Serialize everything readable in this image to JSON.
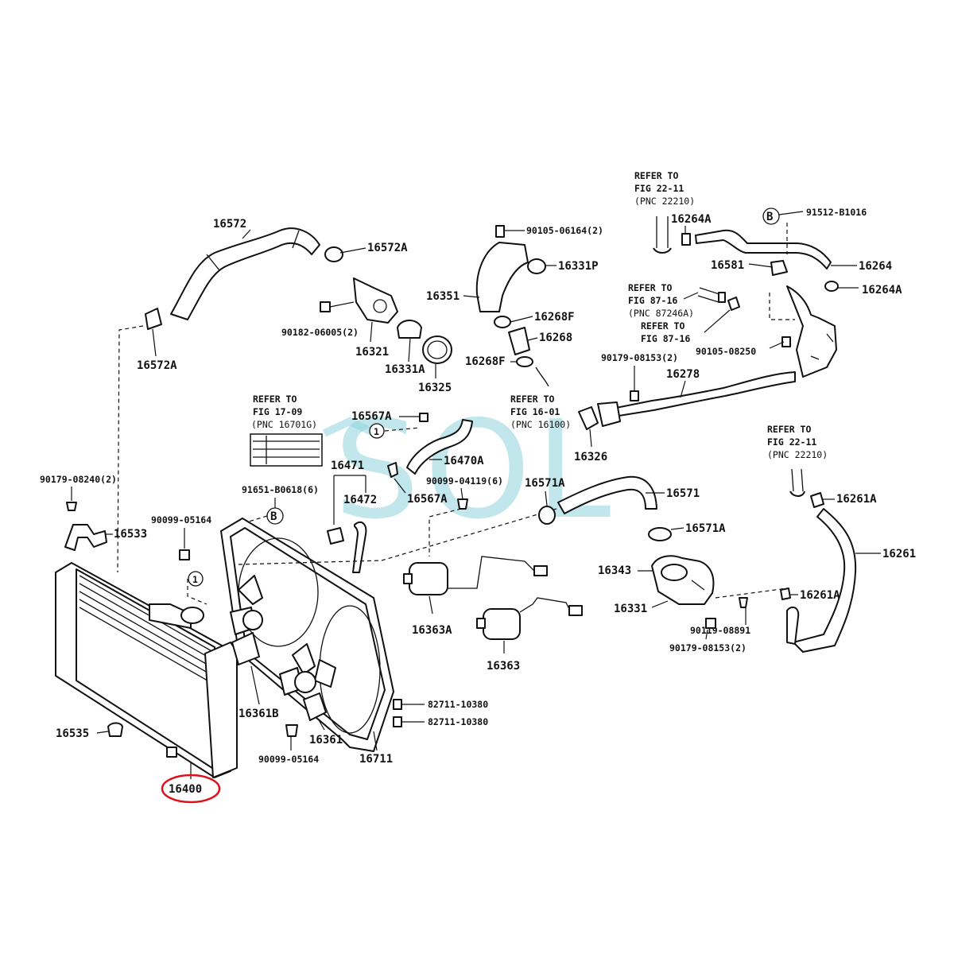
{
  "watermark": "SOL",
  "highlight_color": "#e0101a",
  "callouts": {
    "c16572": "16572",
    "c16572A_top": "16572A",
    "c16572A_left": "16572A",
    "c90182": "90182-06005(2)",
    "c16321": "16321",
    "c16331A": "16331A",
    "c16325": "16325",
    "c90105_06164": "90105-06164(2)",
    "c16331P": "16331P",
    "c16351": "16351",
    "c16268F_top": "16268F",
    "c16268": "16268",
    "c16268F_bottom": "16268F",
    "c16264A_top": "16264A",
    "c91512": "91512-B1016",
    "c16581": "16581",
    "c16264": "16264",
    "c16264A_right": "16264A",
    "c90105_08250": "90105-08250",
    "c90179_08153_top": "90179-08153(2)",
    "c16278": "16278",
    "c16326": "16326",
    "c16567A_top": "16567A",
    "c16470A": "16470A",
    "c16471": "16471",
    "c16472": "16472",
    "c16567A_bottom": "16567A",
    "c91651": "91651-B0618(6)",
    "c90179_08240": "90179-08240(2)",
    "c90099_05164_top": "90099-05164",
    "c16533": "16533",
    "c90099_04119": "90099-04119(6)",
    "c16571A_top": "16571A",
    "c16571": "16571",
    "c16571A_right": "16571A",
    "c16343": "16343",
    "c16331": "16331",
    "c16363A": "16363A",
    "c16363": "16363",
    "c16261A_top": "16261A",
    "c16261": "16261",
    "c16261A_mid": "16261A",
    "c90119": "90119-08891",
    "c90179_08153_bottom": "90179-08153(2)",
    "c16361B": "16361B",
    "c16361": "16361",
    "c16711": "16711",
    "c82711_a": "82711-10380",
    "c82711_b": "82711-10380",
    "c16535": "16535",
    "c90099_05164_bottom": "90099-05164",
    "c16400": "16400"
  },
  "refs": {
    "r22_11_top": [
      "REFER TO",
      "FIG 22-11",
      "(PNC 22210)"
    ],
    "r87_16a": [
      "REFER TO",
      "FIG 87-16",
      "(PNC 87246A)"
    ],
    "r87_16b": [
      "REFER TO",
      "FIG 87-16"
    ],
    "r16_01": [
      "REFER TO",
      "FIG 16-01",
      "(PNC 16100)"
    ],
    "r17_09": [
      "REFER TO",
      "FIG 17-09",
      "(PNC 16701G)"
    ],
    "r22_11_right": [
      "REFER TO",
      "FIG 22-11",
      "(PNC 22210)"
    ]
  },
  "markers": {
    "circle1": "1",
    "circleB": "B"
  }
}
